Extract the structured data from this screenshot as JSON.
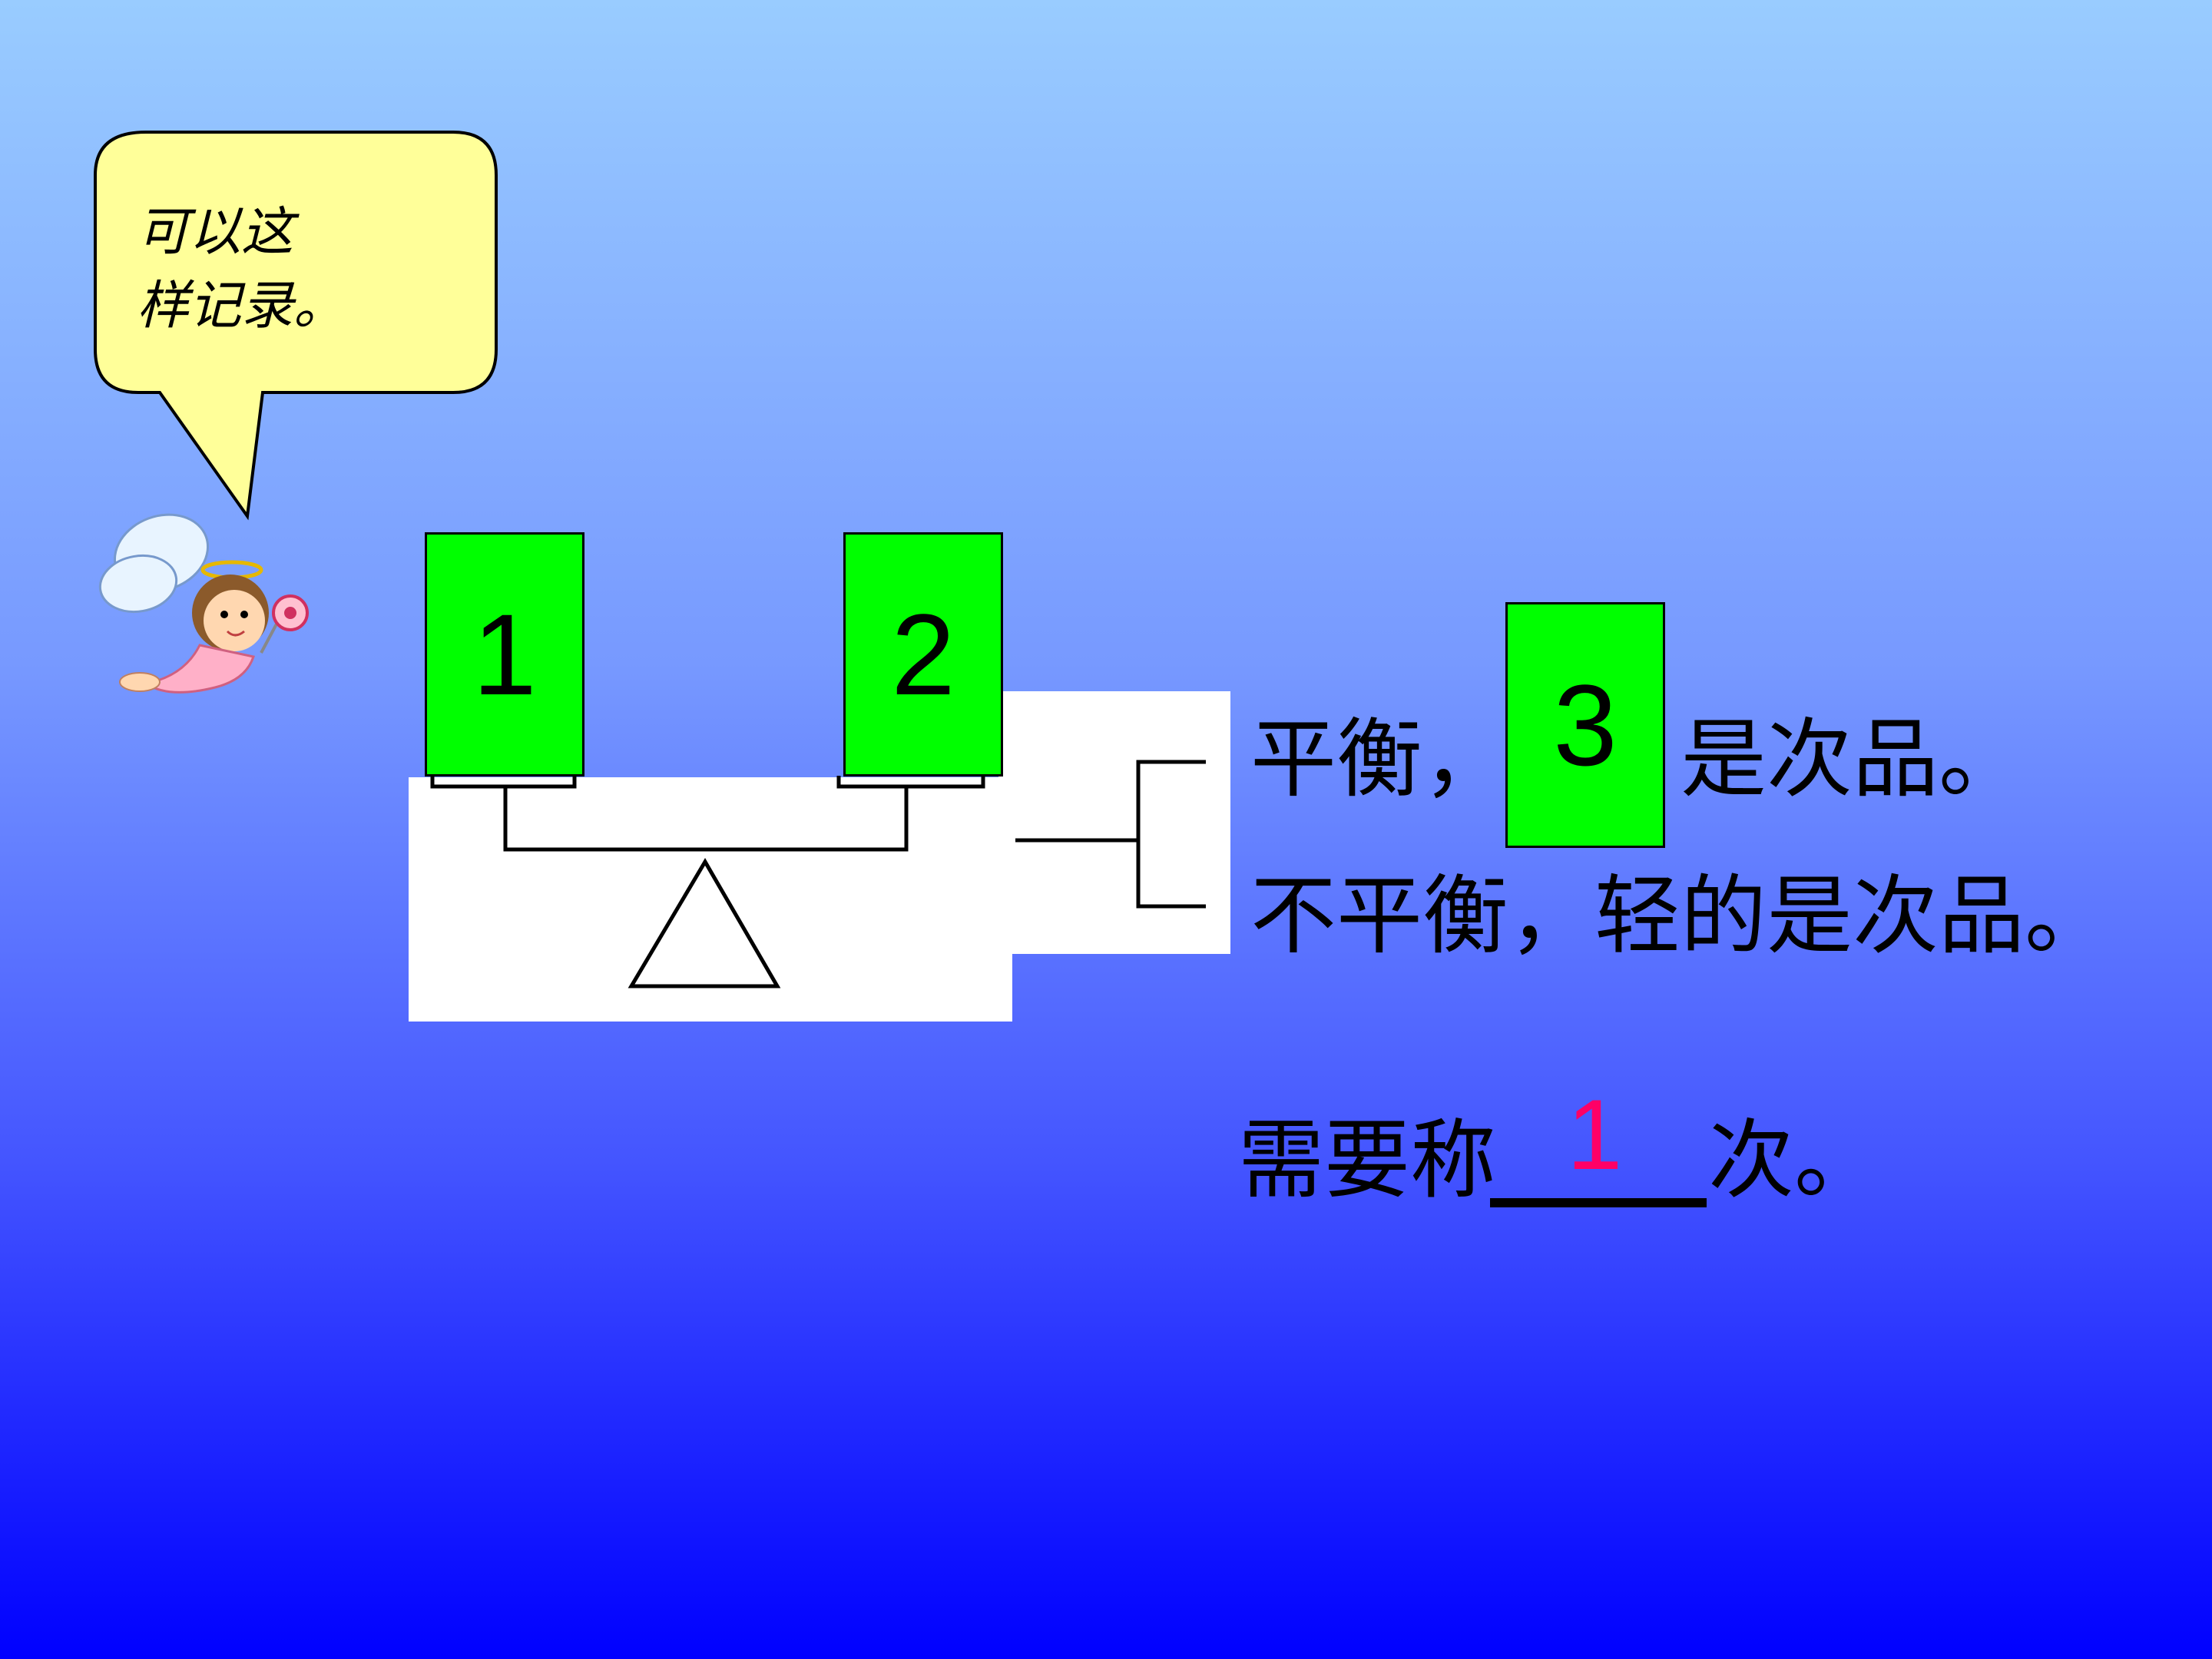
{
  "bubble": {
    "line1": "可以这",
    "line2": "样记录。"
  },
  "cards": {
    "left": "1",
    "right": "2",
    "answer": "3"
  },
  "statements": {
    "balanced_prefix": "平衡，",
    "balanced_suffix": "是次品。",
    "unbalanced": "不平衡，轻的是次品。"
  },
  "weighing": {
    "prefix": "需要称",
    "answer": "1",
    "suffix": "次。"
  },
  "colors": {
    "card_fill": "#00ff00",
    "bubble_fill": "#ffff99",
    "answer_text": "#ff0066",
    "background_top": "#99ccff",
    "background_bottom": "#0000ff"
  },
  "icons": {
    "character": "angel-icon",
    "scale": "balance-scale-icon"
  }
}
